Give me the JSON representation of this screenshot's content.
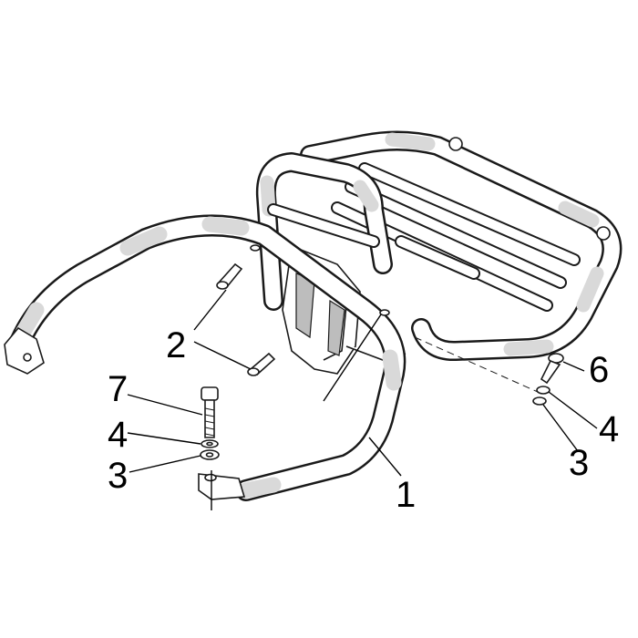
{
  "diagram": {
    "callouts": [
      {
        "id": "c1",
        "label": "1"
      },
      {
        "id": "c2",
        "label": "2"
      },
      {
        "id": "c3a",
        "label": "3"
      },
      {
        "id": "c3b",
        "label": "3"
      },
      {
        "id": "c4a",
        "label": "4"
      },
      {
        "id": "c4b",
        "label": "4"
      },
      {
        "id": "c6",
        "label": "6"
      },
      {
        "id": "c7",
        "label": "7"
      }
    ],
    "colors": {
      "outline": "#1a1a1a",
      "shading": "#d9d9d9",
      "background": "#ffffff"
    }
  }
}
